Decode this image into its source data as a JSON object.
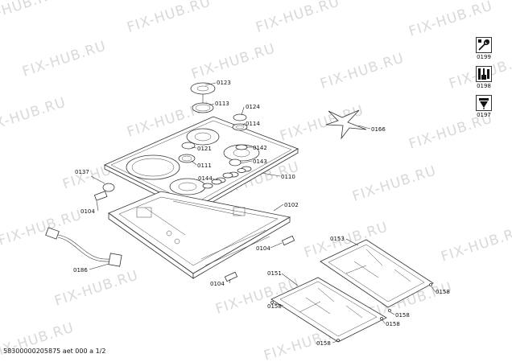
{
  "watermark": "FIX-HUB.RU",
  "callouts": [
    "0123",
    "0113",
    "0124",
    "0114",
    "0121",
    "0142",
    "0111",
    "0143",
    "0144",
    "0110",
    "0137",
    "0104",
    "0102",
    "0104",
    "0186",
    "0104",
    "0166",
    "0153",
    "0151",
    "0158",
    "0158",
    "0158",
    "0158",
    "0158"
  ],
  "side_icons": [
    {
      "icon": "wrench-icon",
      "label": "0199"
    },
    {
      "icon": "tools-icon",
      "label": "0198"
    },
    {
      "icon": "fuse-icon",
      "label": "0197"
    }
  ],
  "footer": "58300000205875 aet 000 a 1/2"
}
